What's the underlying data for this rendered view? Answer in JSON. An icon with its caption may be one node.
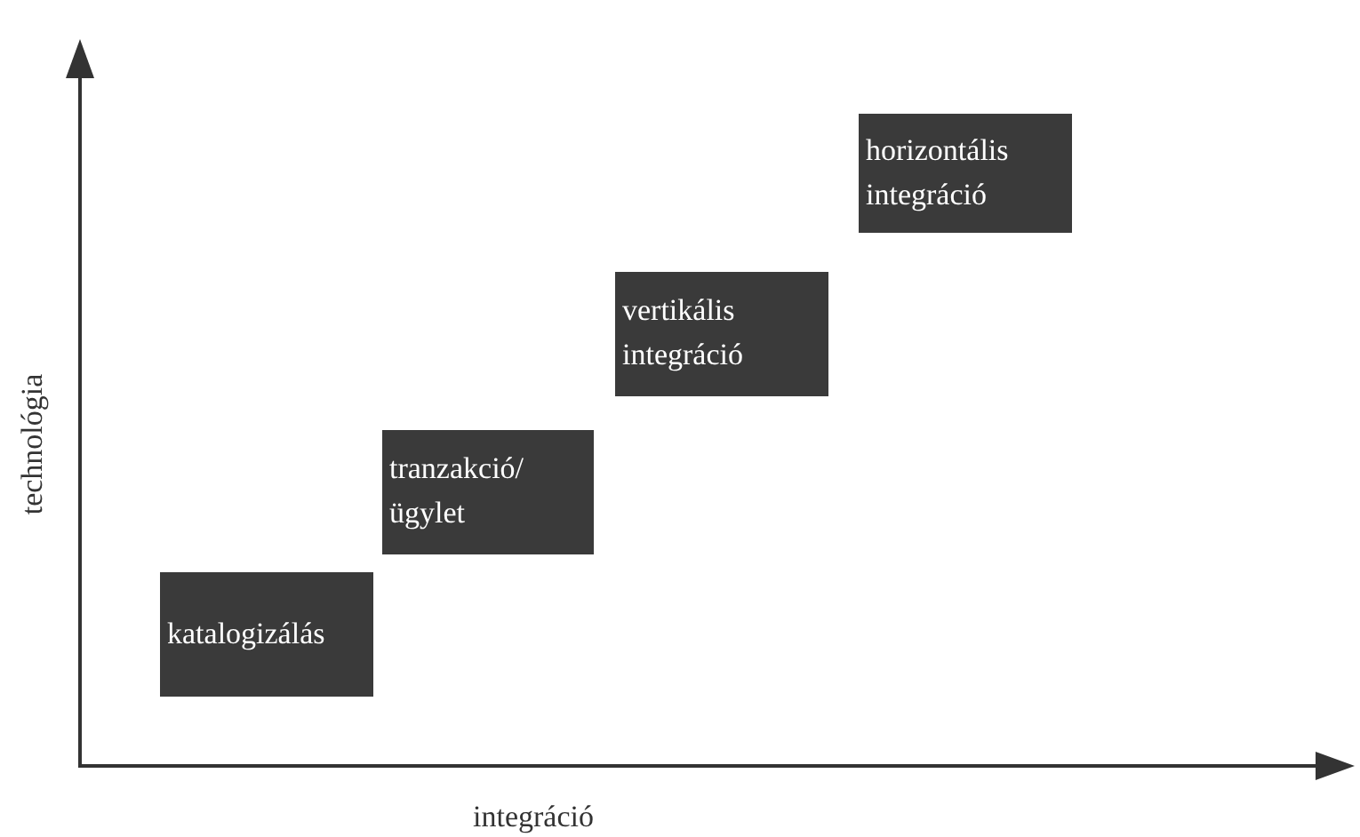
{
  "diagram": {
    "nodes": [
      {
        "text": [
          "katalogizálás"
        ]
      },
      {
        "text": [
          "tranzakció/ ügylet"
        ]
      },
      {
        "text": [
          "vertikális integráció"
        ]
      },
      {
        "text": [
          "horizontális integráció"
        ]
      }
    ],
    "labels": [
      "technológia",
      "integráció"
    ]
  }
}
